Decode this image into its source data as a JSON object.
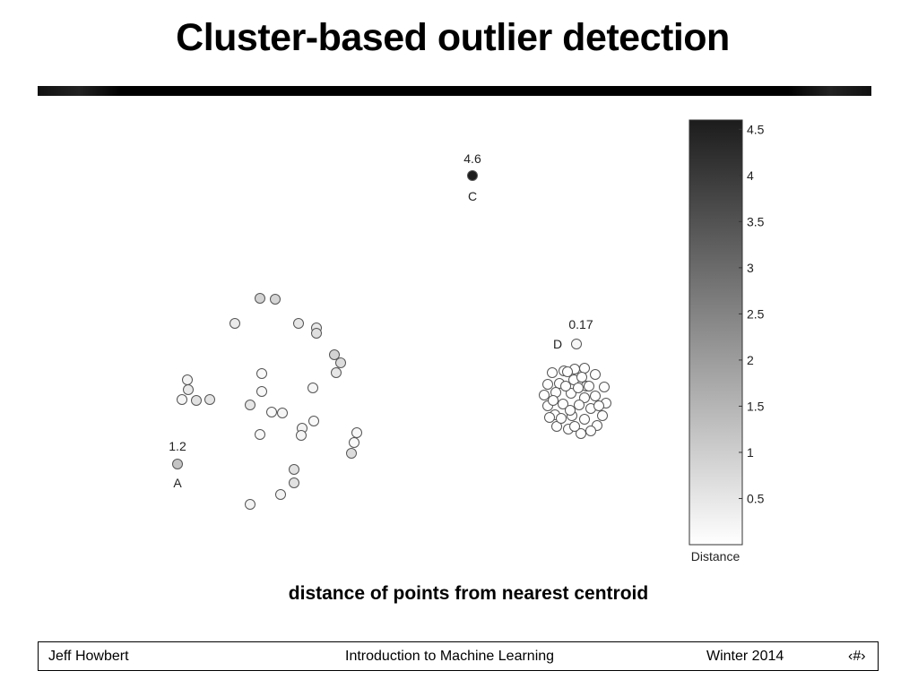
{
  "slide": {
    "title": "Cluster-based outlier detection",
    "caption": "distance of points from nearest centroid"
  },
  "footer": {
    "author": "Jeff Howbert",
    "course": "Introduction to Machine Learning",
    "term": "Winter 2014",
    "page_marker": "‹#›"
  },
  "chart_data": {
    "type": "scatter",
    "colorbar": {
      "label": "Distance",
      "range": [
        0,
        4.6
      ],
      "ticks": [
        "0.5",
        "1",
        "1.5",
        "2",
        "2.5",
        "3",
        "3.5",
        "4",
        "4.5"
      ],
      "colormap": [
        "#ffffff",
        "#1c1c1c"
      ]
    },
    "annotations": [
      {
        "name": "A",
        "value": "1.2"
      },
      {
        "name": "C",
        "value": "4.6"
      },
      {
        "name": "D",
        "value": "0.17"
      }
    ],
    "outliers": [
      {
        "name": "A",
        "distance": 1.2
      },
      {
        "name": "C",
        "distance": 4.6
      },
      {
        "name": "D",
        "distance": 0.17
      }
    ],
    "left_cluster_distances": [
      0.9,
      0.85,
      0.4,
      0.5,
      0.45,
      0.65,
      0.7,
      0.5,
      0.25,
      0.15,
      0.15,
      0.2,
      0.2,
      0.6,
      0.55,
      0.5,
      0.1,
      0.2,
      0.15,
      0.25,
      0.2,
      0.15,
      0.15,
      0.1,
      0.7,
      0.6,
      0.6,
      0.25,
      0.25,
      0.45,
      0.9
    ],
    "right_cluster_distances": [
      0.02,
      0.02,
      0.02,
      0.02,
      0.02,
      0.02,
      0.02,
      0.02,
      0.02,
      0.02,
      0.02,
      0.02,
      0.02,
      0.02,
      0.02,
      0.02,
      0.02,
      0.02,
      0.02,
      0.02,
      0.02,
      0.02,
      0.02,
      0.02,
      0.02,
      0.02,
      0.02,
      0.02,
      0.02,
      0.02,
      0.02,
      0.02,
      0.02,
      0.02,
      0.02,
      0.02,
      0.02,
      0.02,
      0.02,
      0.02
    ]
  }
}
